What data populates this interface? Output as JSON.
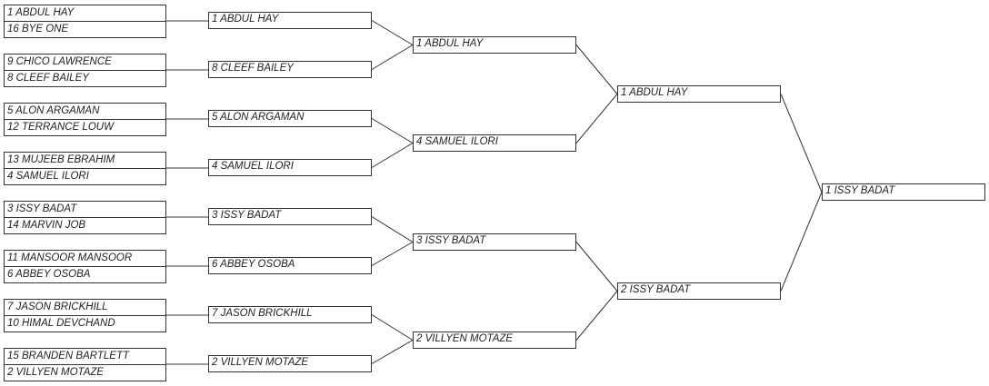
{
  "bracket": {
    "round1": [
      {
        "top": "1 ABDUL HAY",
        "bottom": "16 BYE ONE"
      },
      {
        "top": "9 CHICO LAWRENCE",
        "bottom": "8 CLEEF BAILEY"
      },
      {
        "top": "5 ALON ARGAMAN",
        "bottom": "12 TERRANCE LOUW"
      },
      {
        "top": "13 MUJEEB EBRAHIM",
        "bottom": "4 SAMUEL ILORI"
      },
      {
        "top": "3 ISSY BADAT",
        "bottom": "14 MARVIN JOB"
      },
      {
        "top": "11 MANSOOR MANSOOR",
        "bottom": "6 ABBEY OSOBA"
      },
      {
        "top": "7 JASON BRICKHILL",
        "bottom": "10 HIMAL DEVCHAND"
      },
      {
        "top": "15 BRANDEN BARTLETT",
        "bottom": "2 VILLYEN MOTAZE"
      }
    ],
    "round2": [
      "1 ABDUL HAY",
      "8 CLEEF BAILEY",
      "5 ALON ARGAMAN",
      "4 SAMUEL ILORI",
      "3 ISSY BADAT",
      "6 ABBEY OSOBA",
      "7 JASON BRICKHILL",
      "2 VILLYEN MOTAZE"
    ],
    "round3": [
      "1 ABDUL HAY",
      "4 SAMUEL ILORI",
      "3 ISSY BADAT",
      "2 VILLYEN MOTAZE"
    ],
    "round4": [
      "1 ABDUL HAY",
      "2 ISSY BADAT"
    ],
    "champion": "1 ISSY BADAT"
  }
}
